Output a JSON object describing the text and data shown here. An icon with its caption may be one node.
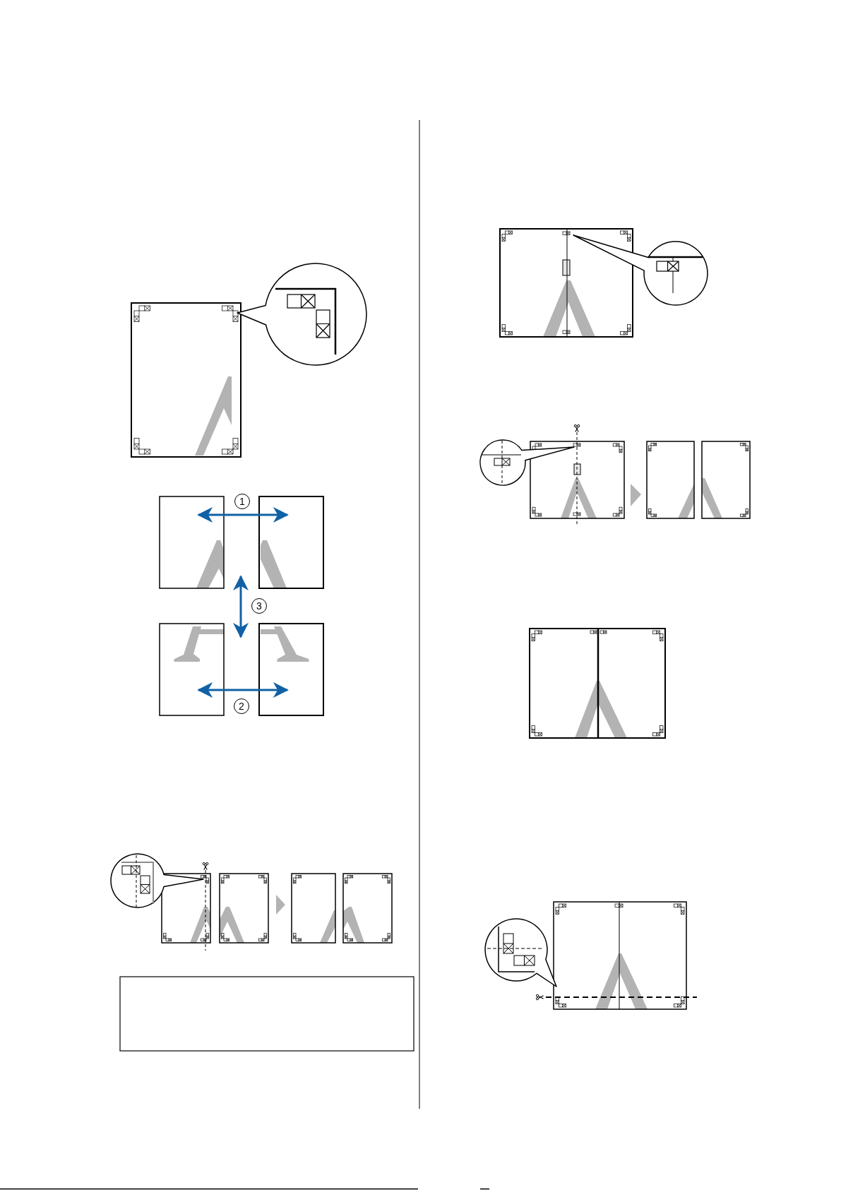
{
  "diagram": {
    "labels": [
      "1",
      "3",
      "2"
    ]
  }
}
